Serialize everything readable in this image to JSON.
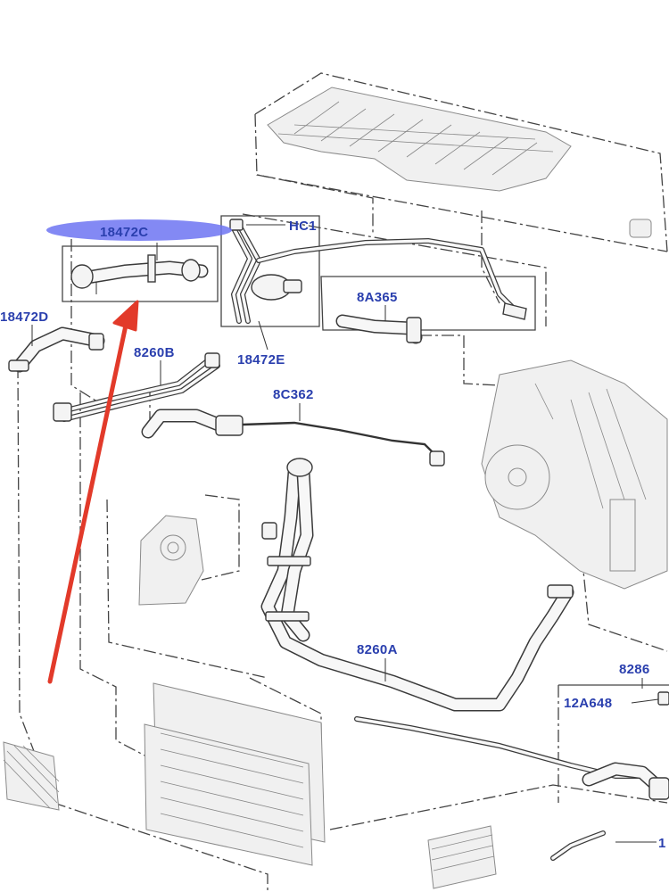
{
  "callouts": {
    "c18472C": "18472C",
    "cHC1": "HC1",
    "c18472D": "18472D",
    "c8A365": "8A365",
    "c8260B": "8260B",
    "c18472E": "18472E",
    "c8C362": "8C362",
    "c8260A": "8260A",
    "c8286": "8286",
    "c12A648": "12A648",
    "c1": "1"
  },
  "colors": {
    "label": "#2a3fae",
    "highlight": "#6d74f2",
    "arrow": "#e23a2a",
    "line": "#444444"
  }
}
